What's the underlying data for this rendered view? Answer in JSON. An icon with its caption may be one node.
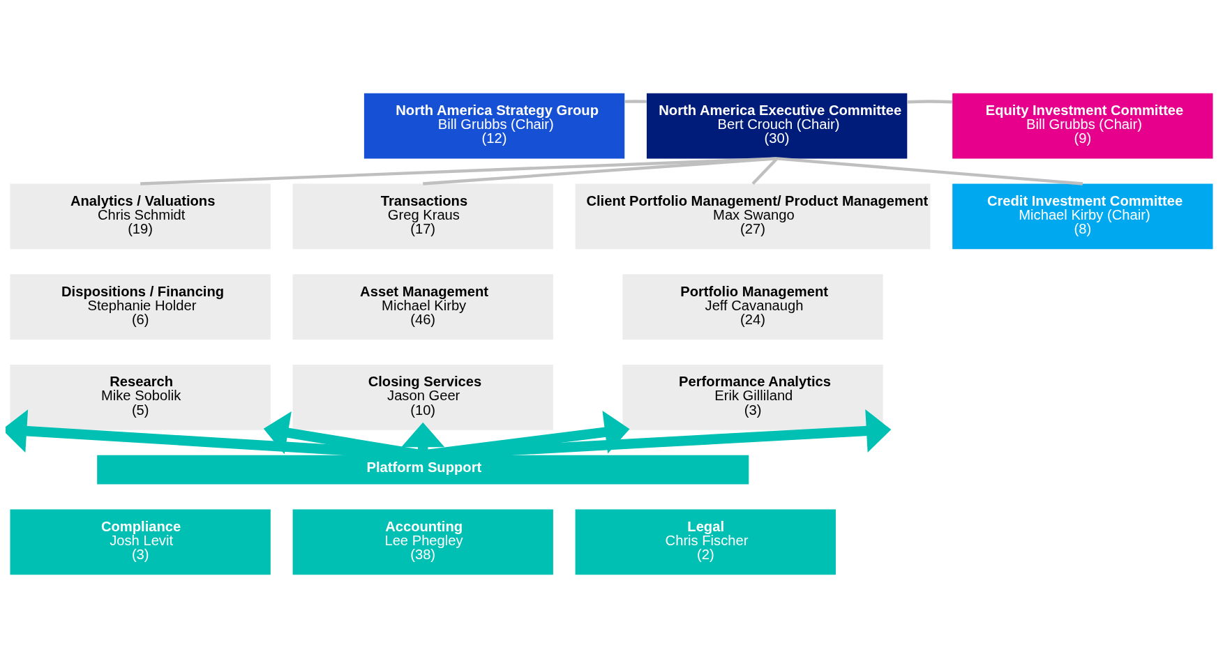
{
  "diagram": {
    "nodes": [
      {
        "text": [
          "North America Strategy Group",
          "Bill Grubbs (Chair)",
          "(12)"
        ]
      },
      {
        "text": [
          "North America Executive Committee",
          "Bert Crouch (Chair)",
          "(30)"
        ]
      },
      {
        "text": [
          "Equity Investment Committee",
          "Bill Grubbs (Chair)",
          "(9)"
        ]
      },
      {
        "text": [
          "Credit Investment Committee",
          "Michael Kirby (Chair)",
          "(8)"
        ]
      },
      {
        "text": [
          "Analytics / Valuations",
          "Chris Schmidt",
          "(19)"
        ]
      },
      {
        "text": [
          "Transactions",
          "Greg Kraus",
          "(17)"
        ]
      },
      {
        "text": [
          "Client Portfolio Management/ Product Management",
          "Max Swango",
          "(27)"
        ]
      },
      {
        "text": [
          "Dispositions / Financing",
          "Stephanie Holder",
          "(6)"
        ]
      },
      {
        "text": [
          "Asset Management",
          "Michael Kirby",
          "(46)"
        ]
      },
      {
        "text": [
          "Portfolio Management",
          "Jeff Cavanaugh",
          "(24)"
        ]
      },
      {
        "text": [
          "Research",
          "Mike Sobolik",
          "(5)"
        ]
      },
      {
        "text": [
          "Closing Services",
          "Jason Geer",
          "(10)"
        ]
      },
      {
        "text": [
          "Performance Analytics",
          "Erik Gilliland",
          "(3)"
        ]
      },
      {
        "text": [
          "Platform Support"
        ]
      },
      {
        "text": [
          "Compliance",
          "Josh Levit",
          "(3)"
        ]
      },
      {
        "text": [
          "Accounting",
          "Lee Phegley",
          "(38)"
        ]
      },
      {
        "text": [
          "Legal",
          "Chris Fischer",
          "(2)"
        ]
      }
    ],
    "edges": [
      {
        "from": 0,
        "to": 1,
        "arrow": "none"
      },
      {
        "from": 1,
        "to": 2,
        "arrow": "none"
      },
      {
        "from": 1,
        "to": 3,
        "arrow": "none"
      },
      {
        "from": 1,
        "to": 4,
        "arrow": "none"
      },
      {
        "from": 1,
        "to": 5,
        "arrow": "none"
      },
      {
        "from": 1,
        "to": 6,
        "arrow": "none"
      },
      {
        "from": 13,
        "to": 10,
        "arrow": "to",
        "style": "thick",
        "color": "#00c0b4"
      },
      {
        "from": 13,
        "to": 10,
        "arrow": "to",
        "style": "thick",
        "color": "#00c0b4"
      },
      {
        "from": 13,
        "to": 11,
        "arrow": "to",
        "style": "thick",
        "color": "#00c0b4"
      },
      {
        "from": 13,
        "to": 12,
        "arrow": "to",
        "style": "thick",
        "color": "#00c0b4"
      },
      {
        "from": 13,
        "to": 12,
        "arrow": "to",
        "style": "thick",
        "color": "#00c0b4"
      }
    ]
  }
}
